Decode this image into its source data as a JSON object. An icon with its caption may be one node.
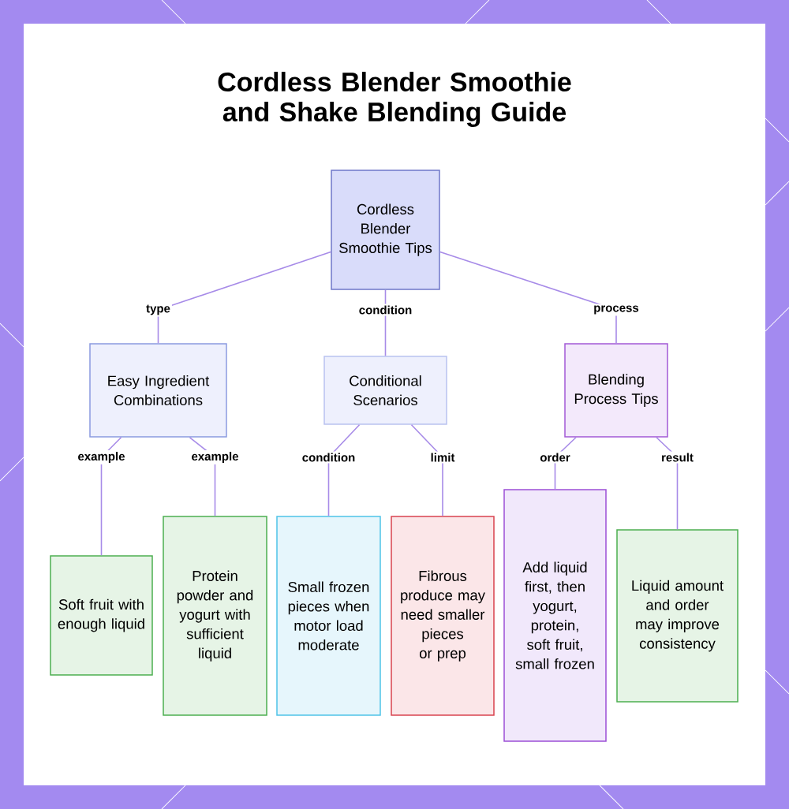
{
  "diagram": {
    "title": "Cordless Blender Smoothie and Shake Blending Guide",
    "nodes": [
      {
        "text": [
          "Cordless Blender Smoothie Tips"
        ]
      },
      {
        "text": [
          "Easy Ingredient Combinations"
        ]
      },
      {
        "text": [
          "Conditional Scenarios"
        ]
      },
      {
        "text": [
          "Blending Process Tips"
        ]
      },
      {
        "text": [
          "Soft fruit with enough liquid"
        ]
      },
      {
        "text": [
          "Protein powder and yogurt with sufficient liquid"
        ]
      },
      {
        "text": [
          "Small frozen pieces when motor load moderate"
        ]
      },
      {
        "text": [
          "Fibrous produce may need smaller pieces or prep"
        ]
      },
      {
        "text": [
          "Add liquid first, then yogurt, protein, soft fruit, small frozen"
        ]
      },
      {
        "text": [
          "Liquid amount and order may improve consistency"
        ]
      }
    ],
    "edges": [
      {
        "from": 0,
        "to": 1,
        "arrow": "none",
        "label": "type"
      },
      {
        "from": 0,
        "to": 2,
        "arrow": "none",
        "label": "condition"
      },
      {
        "from": 0,
        "to": 3,
        "arrow": "none",
        "label": "process"
      },
      {
        "from": 1,
        "to": 4,
        "arrow": "none",
        "label": "example"
      },
      {
        "from": 1,
        "to": 5,
        "arrow": "none",
        "label": "example"
      },
      {
        "from": 2,
        "to": 6,
        "arrow": "none",
        "label": "condition"
      },
      {
        "from": 2,
        "to": 7,
        "arrow": "none",
        "label": "limit"
      },
      {
        "from": 3,
        "to": 8,
        "arrow": "none",
        "label": "order"
      },
      {
        "from": 3,
        "to": 9,
        "arrow": "none",
        "label": "result"
      }
    ]
  }
}
